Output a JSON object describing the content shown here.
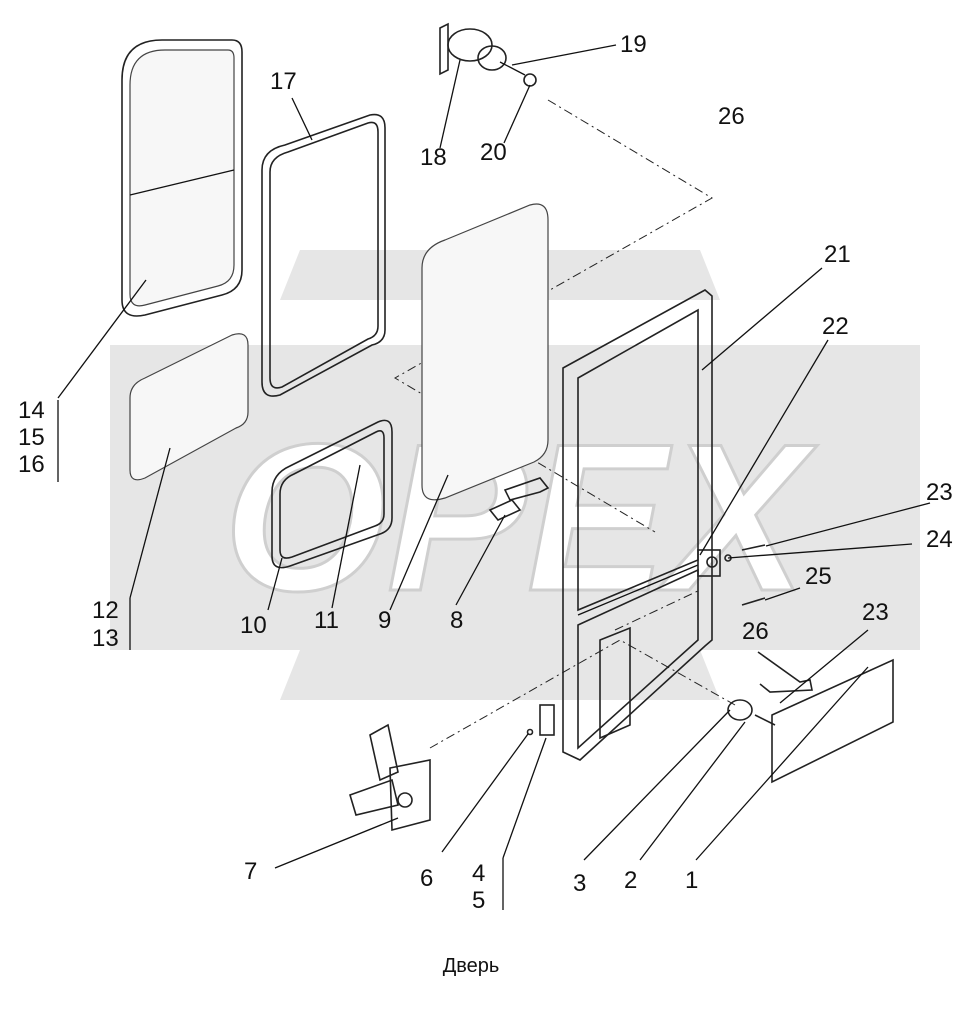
{
  "caption": "Дверь",
  "watermark": "OPEX",
  "colors": {
    "watermark": "#dcdcdc",
    "line": "#222222",
    "background": "#ffffff"
  },
  "labels": {
    "l1": "1",
    "l2": "2",
    "l3": "3",
    "l4": "4",
    "l5": "5",
    "l6": "6",
    "l7": "7",
    "l8": "8",
    "l9": "9",
    "l10": "10",
    "l11": "11",
    "l12": "12",
    "l13": "13",
    "l14": "14",
    "l15": "15",
    "l16": "16",
    "l17": "17",
    "l18": "18",
    "l19": "19",
    "l20": "20",
    "l21": "21",
    "l22": "22",
    "l23a": "23",
    "l23b": "23",
    "l24": "24",
    "l25": "25",
    "l26a": "26",
    "l26b": "26"
  }
}
